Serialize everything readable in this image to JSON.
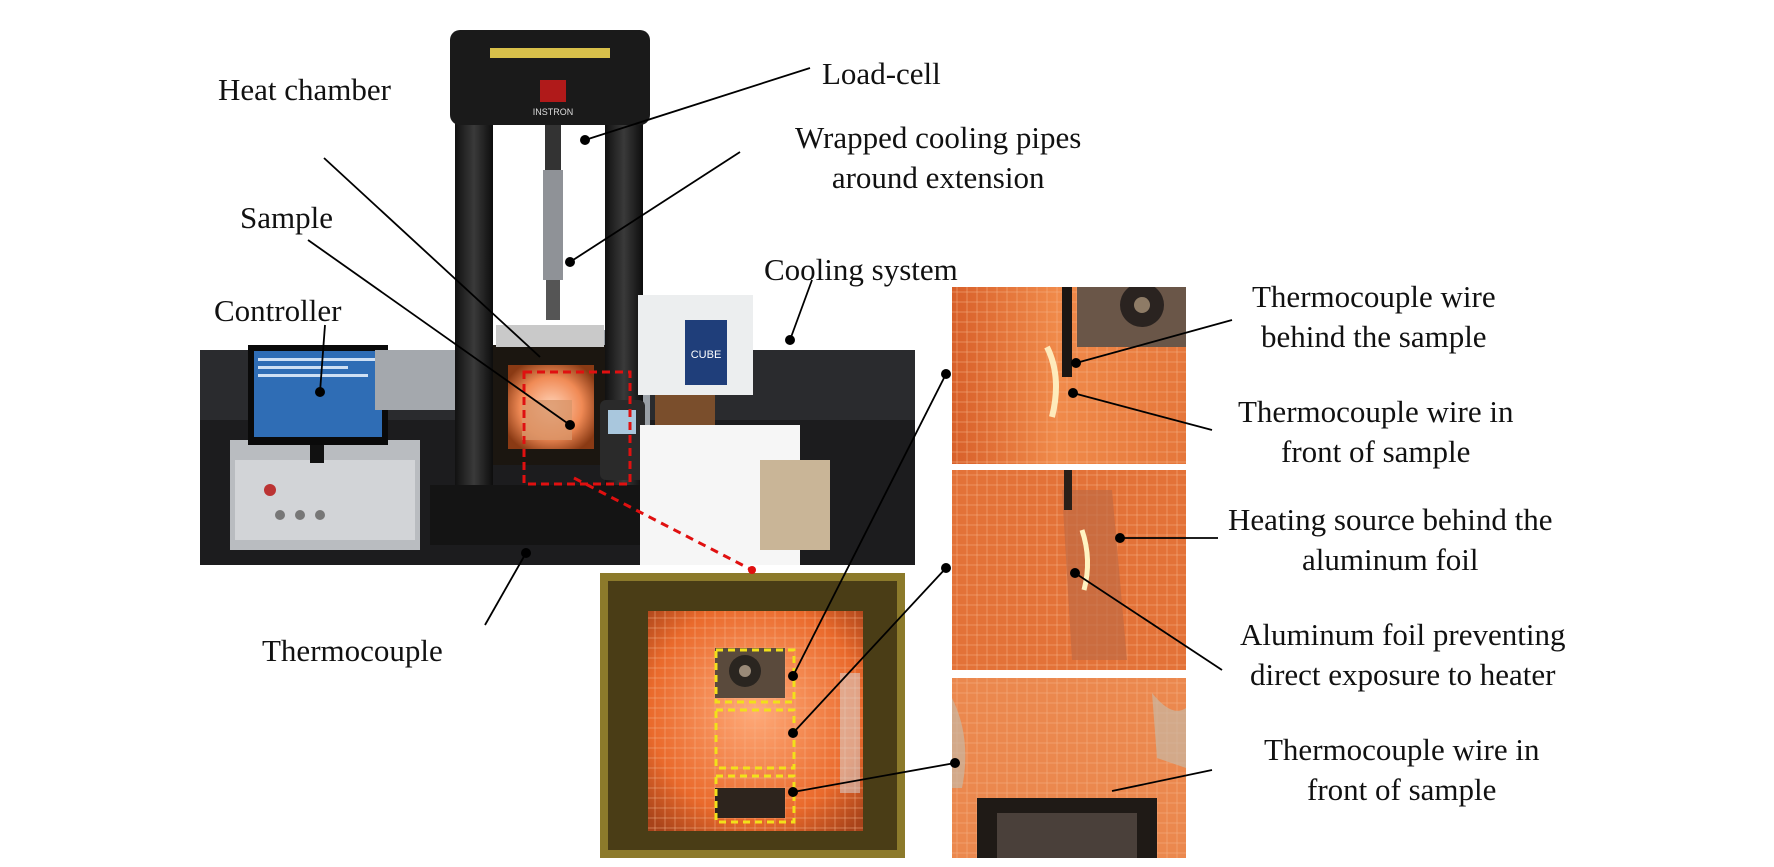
{
  "labels": {
    "heat_chamber": "Heat chamber",
    "load_cell": "Load-cell",
    "cooling_pipes_l1": "Wrapped cooling pipes",
    "cooling_pipes_l2": "around extension",
    "sample": "Sample",
    "cooling_system": "Cooling system",
    "controller": "Controller",
    "thermocouple": "Thermocouple",
    "tc_behind_l1": "Thermocouple wire",
    "tc_behind_l2": "behind the sample",
    "tc_front1_l1": "Thermocouple wire in",
    "tc_front1_l2": "front of sample",
    "heating_l1": "Heating source behind the",
    "heating_l2": "aluminum foil",
    "foil_l1": "Aluminum foil preventing",
    "foil_l2": "direct exposure to heater",
    "tc_front2_l1": "Thermocouple wire in",
    "tc_front2_l2": "front of sample"
  },
  "photo_text": {
    "machine_brand": "INSTRON",
    "cooler_brand": "CUBE"
  },
  "colors": {
    "chamber_glow": "#e8733a",
    "highlight_red": "#e01010",
    "highlight_yellow": "#f2e01a",
    "annotation_line": "#000000"
  }
}
